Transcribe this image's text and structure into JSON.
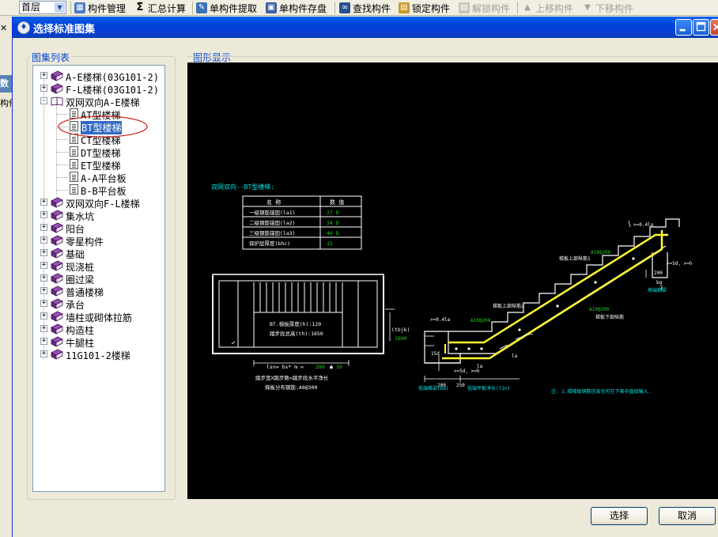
{
  "toolbar": {
    "floor": "首层",
    "items": [
      {
        "label": "构件管理",
        "icon": "component-manage-icon",
        "enabled": true
      },
      {
        "label": "汇总计算",
        "icon": "sigma-icon",
        "enabled": true
      },
      {
        "label": "单构件提取",
        "icon": "extract-icon",
        "enabled": true
      },
      {
        "label": "单构件存盘",
        "icon": "save-disk-icon",
        "enabled": true
      },
      {
        "label": "查找构件",
        "icon": "binoculars-icon",
        "enabled": true
      },
      {
        "label": "锁定构件",
        "icon": "lock-icon",
        "enabled": true
      },
      {
        "label": "解锁构件",
        "icon": "unlock-icon",
        "enabled": false
      },
      {
        "label": "上移构件",
        "icon": "arrow-up-icon",
        "enabled": false
      },
      {
        "label": "下移构件",
        "icon": "arrow-down-icon",
        "enabled": false
      }
    ]
  },
  "background_fragments": [
    "数",
    "构件"
  ],
  "dialog": {
    "title": "选择标准图集",
    "tree_group_label": "图集列表",
    "preview_group_label": "图形显示",
    "tree": [
      {
        "label": "A-E楼梯(03G101-2)",
        "level": 0,
        "expander": "+",
        "icon": "book"
      },
      {
        "label": "F-L楼梯(03G101-2)",
        "level": 0,
        "expander": "+",
        "icon": "book"
      },
      {
        "label": "双网双向A-E楼梯",
        "level": 0,
        "expander": "-",
        "icon": "open-book"
      },
      {
        "label": "AT型楼梯",
        "level": 1,
        "icon": "doc"
      },
      {
        "label": "BT型楼梯",
        "level": 1,
        "icon": "doc",
        "selected": true
      },
      {
        "label": "CT型楼梯",
        "level": 1,
        "icon": "doc"
      },
      {
        "label": "DT型楼梯",
        "level": 1,
        "icon": "doc"
      },
      {
        "label": "ET型楼梯",
        "level": 1,
        "icon": "doc"
      },
      {
        "label": "A-A平台板",
        "level": 1,
        "icon": "doc"
      },
      {
        "label": "B-B平台板",
        "level": 1,
        "icon": "doc"
      },
      {
        "label": "双网双向F-L楼梯",
        "level": 0,
        "expander": "+",
        "icon": "book"
      },
      {
        "label": "集水坑",
        "level": 0,
        "expander": "+",
        "icon": "book"
      },
      {
        "label": "阳台",
        "level": 0,
        "expander": "+",
        "icon": "book"
      },
      {
        "label": "零星构件",
        "level": 0,
        "expander": "+",
        "icon": "book"
      },
      {
        "label": "基础",
        "level": 0,
        "expander": "+",
        "icon": "book"
      },
      {
        "label": "现浇桩",
        "level": 0,
        "expander": "+",
        "icon": "book"
      },
      {
        "label": "圈过梁",
        "level": 0,
        "expander": "+",
        "icon": "book"
      },
      {
        "label": "普通楼梯",
        "level": 0,
        "expander": "+",
        "icon": "book"
      },
      {
        "label": "承台",
        "level": 0,
        "expander": "+",
        "icon": "book"
      },
      {
        "label": "墙柱或砌体拉筋",
        "level": 0,
        "expander": "+",
        "icon": "book"
      },
      {
        "label": "构造柱",
        "level": 0,
        "expander": "+",
        "icon": "book"
      },
      {
        "label": "牛腿柱",
        "level": 0,
        "expander": "+",
        "icon": "book"
      },
      {
        "label": "11G101-2楼梯",
        "level": 0,
        "expander": "+",
        "icon": "book"
      }
    ],
    "drawing": {
      "title": "双网双向--BT型楼梯:",
      "table_headers": [
        "名  称",
        "数  值"
      ],
      "table_rows": [
        [
          "一级钢筋锚固(la1)",
          "27 D"
        ],
        [
          "二级钢筋锚固(la2)",
          "34 D"
        ],
        [
          "三级钢筋锚固(la3)",
          "40 D"
        ],
        [
          "保护层厚度(bhc)",
          "15"
        ]
      ],
      "plan_thickness": "BT.梯板厚度(h):120",
      "plan_step_height": "踏步段总高(th):1650",
      "plan_dim_label": "(tbjk)",
      "plan_dim_value": "1600",
      "plan_len_label": "lsn= bs* m =",
      "plan_len_values": [
        "280",
        "10"
      ],
      "plan_note_1": "踏步宽X踏步数=踏步段水平净长",
      "plan_note_2": "梯板分布钢筋:A8@300",
      "sec_top_rebar_2": "梯板上部纵筋2",
      "sec_top_rebar_1": "梯板上部纵筋1",
      "sec_bottom_rebar": "梯板下部纵筋",
      "sec_bar_a": "A10@200",
      "sec_bar_b": "A10@200",
      "sec_bar_c": "A10@200",
      "sec_041": ">=0.4la",
      "sec_041b": ">=0.4la",
      "sec_5d_b": ">=5d, >=h",
      "sec_5d_r": ">=5d, >=h",
      "sec_la_1": "la",
      "sec_la_2": "la",
      "sec_15d": "15d",
      "sec_bg": "bg",
      "sec_200_top": "200",
      "sec_200_left": "200",
      "sec_250": "250",
      "sec_high_beam": "高端梯梁",
      "sec_low_beam": "低端梯梁(bd)",
      "sec_low_plate": "低端平板净长(l1n)",
      "sec_note": "注: 1.楼梯板钢筋信息也可在下表中直接输入."
    },
    "buttons": {
      "select": "选择",
      "cancel": "取消"
    }
  },
  "colors": {
    "title_bar": "#0a4fe0",
    "selection": "#316ac5",
    "group_label": "#0046d5",
    "cad_white": "#ffffff",
    "cad_cyan": "#00e5e5",
    "cad_yellow": "#ffff33",
    "cad_green": "#22cc22",
    "annotation_red": "#cc2222"
  }
}
